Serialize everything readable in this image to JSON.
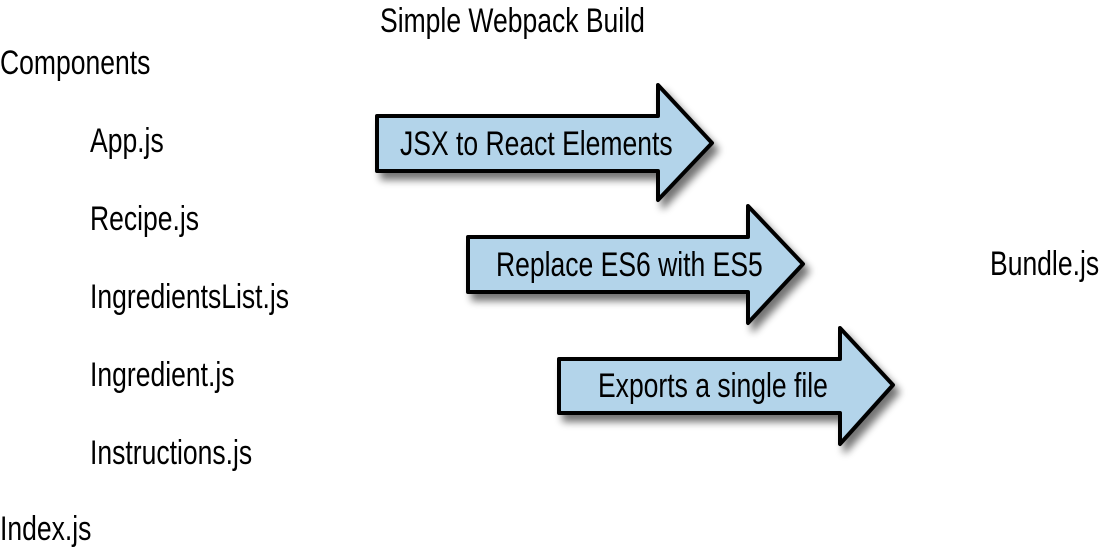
{
  "title": "Simple Webpack Build",
  "components_heading": "Components",
  "component_files": [
    "App.js",
    "Recipe.js",
    "IngredientsList.js",
    "Ingredient.js",
    "Instructions.js"
  ],
  "entry_file": "Index.js",
  "output_file": "Bundle.js",
  "steps": [
    {
      "label": "JSX to React Elements"
    },
    {
      "label": "Replace ES6 with ES5"
    },
    {
      "label": "Exports a single file"
    }
  ],
  "colors": {
    "arrow_fill": "#b3d4ea",
    "arrow_stroke": "#000000",
    "text": "#000000"
  }
}
